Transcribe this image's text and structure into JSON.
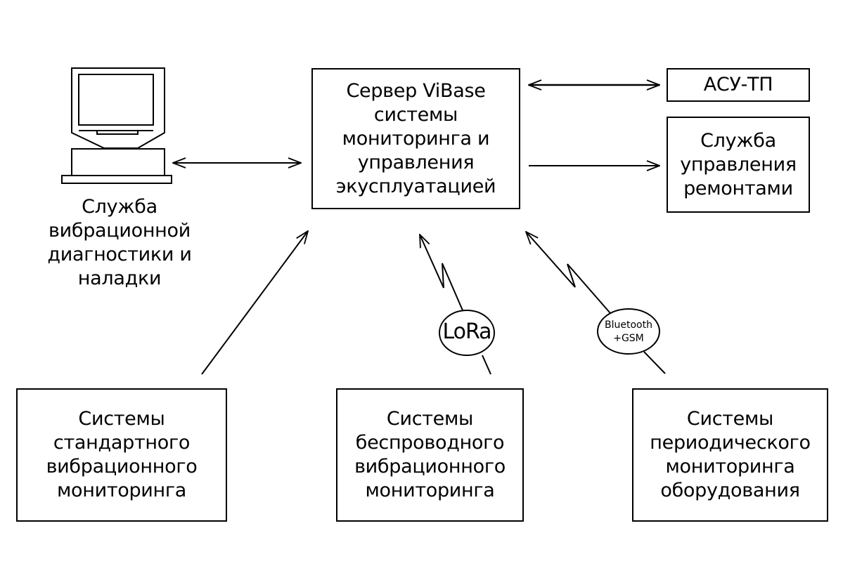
{
  "diagram": {
    "nodes": {
      "server": {
        "label": "Сервер ViBase\nсистемы\nмониторинга и\nуправления\nэкусплуатацией"
      },
      "asu_tp": {
        "label": "АСУ-ТП"
      },
      "repair_service": {
        "label": "Служба\nуправления\nремонтами"
      },
      "diagnostics_service": {
        "label": "Служба\nвибрационной\nдиагностики и\nналадки",
        "icon": "computer-workstation-icon"
      },
      "standard_monitoring": {
        "label": "Системы\nстандартного\nвибрационного\nмониторинга"
      },
      "wireless_monitoring": {
        "label": "Системы\nбеспроводного\nвибрационного\nмониторинга"
      },
      "periodic_monitoring": {
        "label": "Системы\nпериодического\nмониторинга\nоборудования"
      }
    },
    "links": [
      {
        "from": "diagnostics_service",
        "to": "server",
        "type": "bidirectional"
      },
      {
        "from": "server",
        "to": "asu_tp",
        "type": "bidirectional"
      },
      {
        "from": "server",
        "to": "repair_service",
        "type": "directed"
      },
      {
        "from": "standard_monitoring",
        "to": "server",
        "type": "directed"
      },
      {
        "from": "wireless_monitoring",
        "to": "server",
        "type": "wireless",
        "protocol": "LoRa"
      },
      {
        "from": "periodic_monitoring",
        "to": "server",
        "type": "wireless",
        "protocol": "Bluetooth\n+GSM"
      }
    ],
    "protocols": {
      "lora": "LoRa",
      "bluetooth_gsm": "Bluetooth\n+GSM"
    },
    "colors": {
      "stroke": "#000000",
      "background": "#ffffff"
    }
  }
}
